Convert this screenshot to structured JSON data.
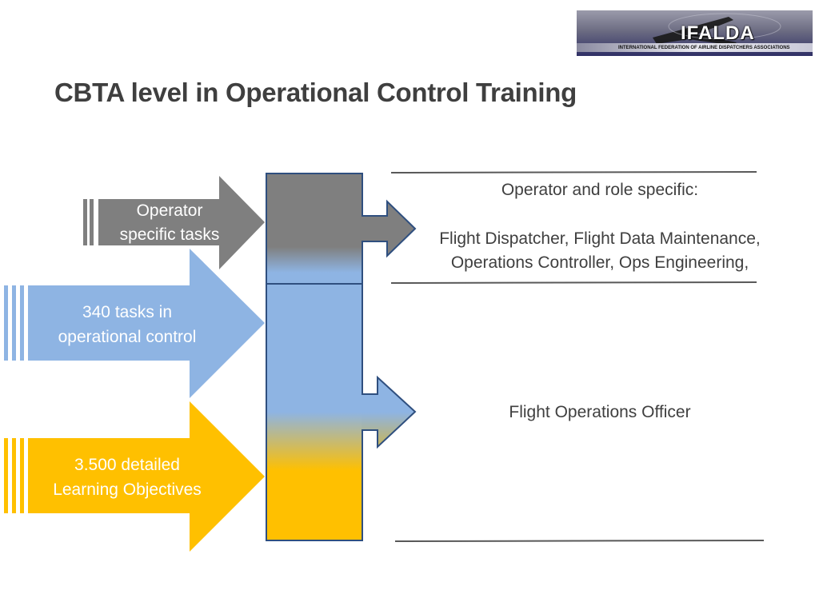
{
  "title": "CBTA level in Operational Control Training",
  "logo": {
    "name": "IFALDA",
    "subtitle": "INTERNATIONAL FEDERATION OF AIRLINE DISPATCHERS ASSOCIATIONS"
  },
  "arrows": {
    "operator": {
      "line1": "Operator",
      "line2": "specific tasks",
      "color": "#7f7f7f"
    },
    "tasks": {
      "line1": "340 tasks in",
      "line2": "operational control",
      "color": "#8eb4e3"
    },
    "objectives": {
      "line1": "3.500 detailed",
      "line2": "Learning Objectives",
      "color": "#ffc000"
    }
  },
  "right": {
    "top_heading": "Operator and role specific:",
    "top_line1": "Flight Dispatcher, Flight Data Maintenance,",
    "top_line2": "Operations Controller, Ops Engineering,",
    "bottom_heading": "Flight Operations Officer"
  },
  "colors": {
    "gray": "#7f7f7f",
    "blue": "#8eb4e3",
    "yellow": "#ffc000",
    "outline": "#2f4f7f",
    "title": "#3f3f3f"
  }
}
